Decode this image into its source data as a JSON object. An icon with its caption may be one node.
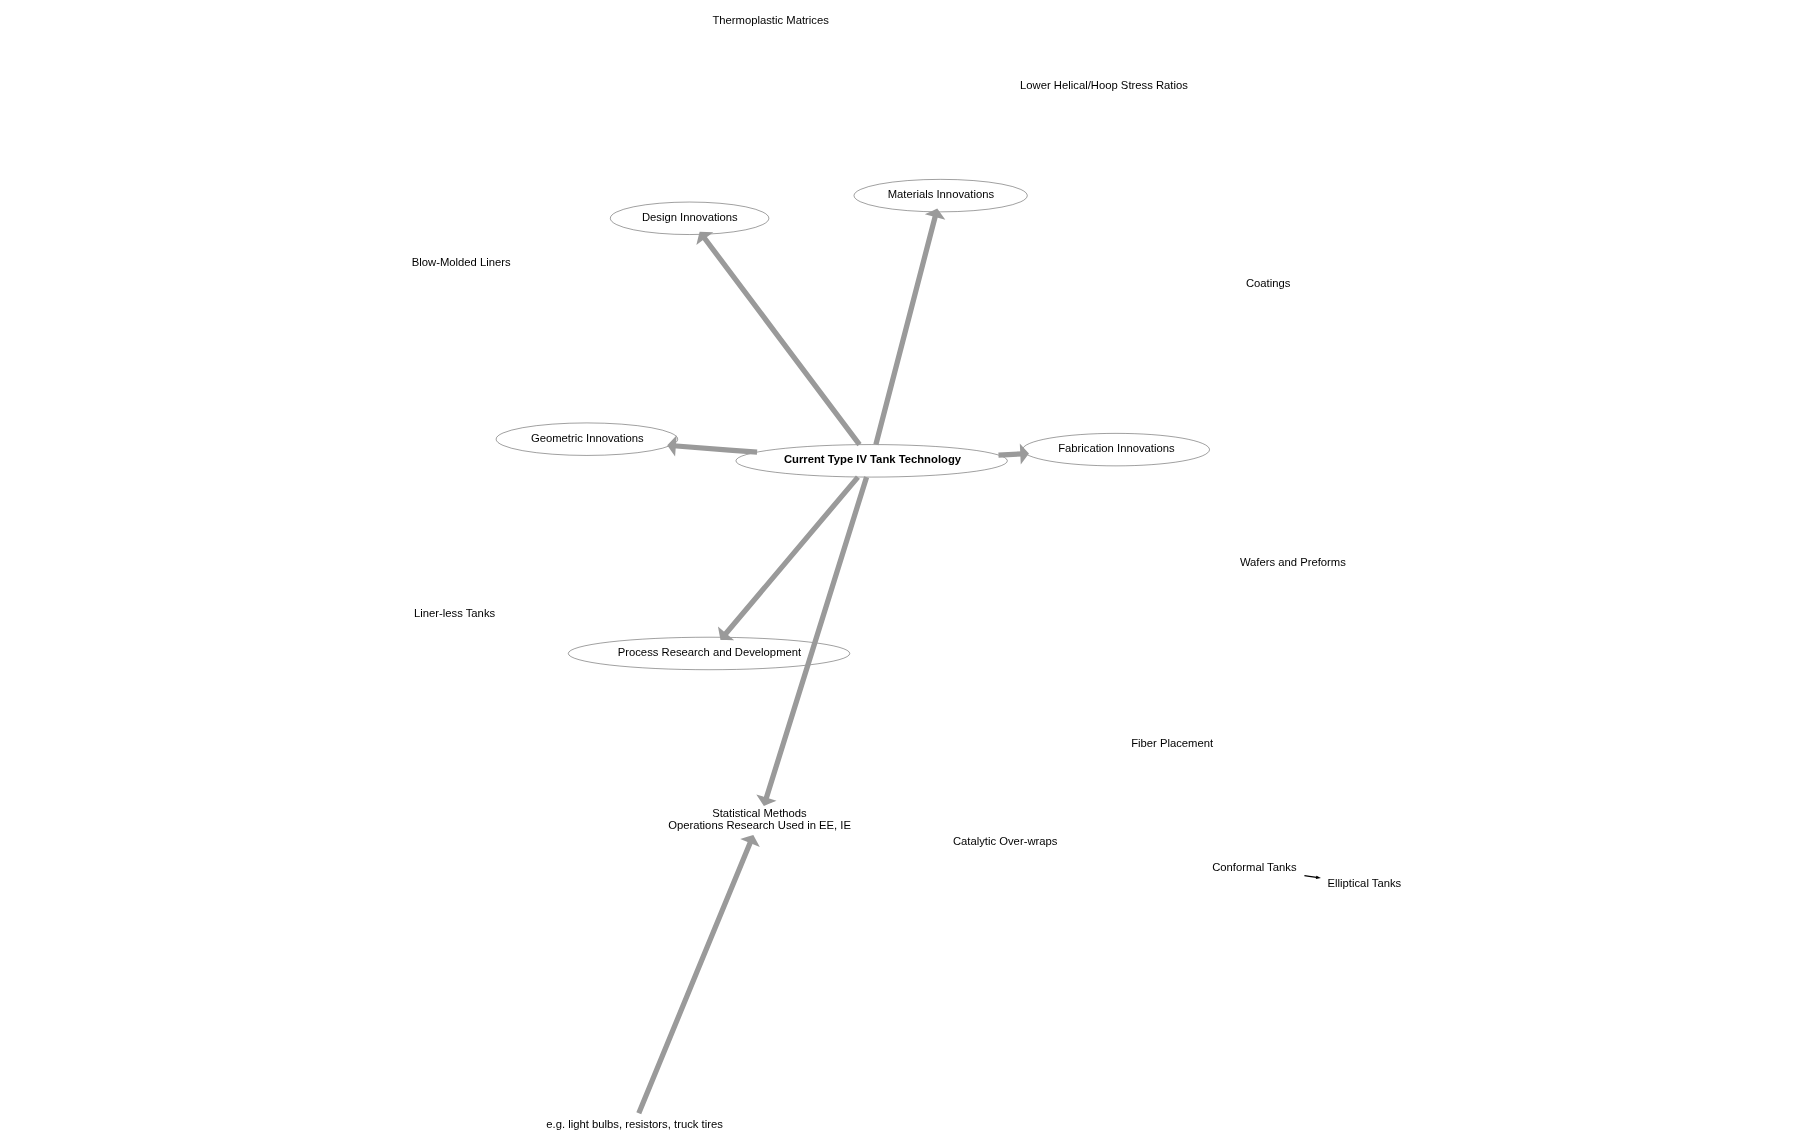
{
  "diagram": {
    "nodes": [
      {
        "text": [
          "Current Type IV Tank Technology"
        ]
      },
      {
        "text": [
          "Fabrication Innovations"
        ]
      },
      {
        "text": [
          "Process Research and Development"
        ]
      },
      {
        "text": [
          "Design Innovations"
        ]
      },
      {
        "text": [
          "Materials Innovations"
        ]
      },
      {
        "text": [
          "Geometric Innovations"
        ]
      },
      {
        "text": [
          "Statistical Methods",
          "Operations Research Used in EE, IE"
        ]
      },
      {
        "text": [
          "e.g. light bulbs, resistors, truck tires"
        ]
      },
      {
        "text": [
          "Conformal Tanks"
        ]
      },
      {
        "text": [
          "Elliptical Tanks"
        ]
      }
    ],
    "edges": [
      {
        "from": 0,
        "to": 1,
        "arrow": "to"
      },
      {
        "from": 0,
        "to": 2,
        "arrow": "to"
      },
      {
        "from": 0,
        "to": 3,
        "arrow": "to"
      },
      {
        "from": 0,
        "to": 4,
        "arrow": "to"
      },
      {
        "from": 0,
        "to": 5,
        "arrow": "to"
      },
      {
        "from": 0,
        "to": 6,
        "arrow": "to"
      },
      {
        "from": 7,
        "to": 6,
        "arrow": "to"
      },
      {
        "from": 8,
        "to": 9,
        "arrow": "to",
        "color": "#000000"
      }
    ],
    "labels": [
      "Liner-less Tanks",
      "Fiber Placement",
      "Catalytic Over-wraps",
      "Blow-Molded Liners",
      "Coatings",
      "Lower Helical/Hoop Stress Ratios",
      "Thermoplastic Matrices",
      "Wafers and Preforms"
    ]
  }
}
